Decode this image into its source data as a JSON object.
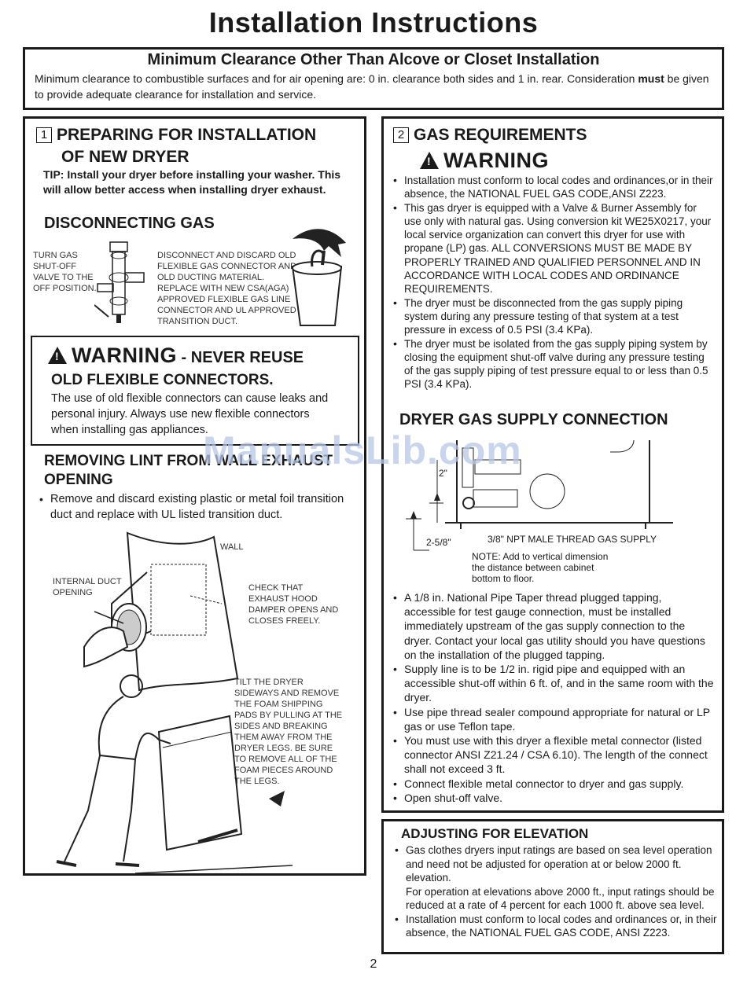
{
  "page_title": "Installation Instructions",
  "clearance": {
    "heading": "Minimum Clearance Other Than Alcove or Closet Installation",
    "text_1": "Minimum clearance to combustible surfaces and for air opening are: 0 in. clearance both sides and 1 in. rear. Consideration",
    "must": "must",
    "text_2": " be given to provide adequate clearance for installation and service."
  },
  "section1": {
    "number": "1",
    "heading_1": "PREPARING FOR INSTALLATION",
    "heading_2": "OF NEW DRYER",
    "tip": "TIP: Install your dryer before installing your washer. This will allow better access when installing dryer exhaust.",
    "disconnecting_heading": "DISCONNECTING GAS",
    "valve_label": "TURN GAS SHUT-OFF VALVE TO THE OFF POSITION.",
    "connector_label": "DISCONNECT AND DISCARD OLD FLEXIBLE GAS CONNECTOR AND OLD DUCTING MATERIAL. REPLACE WITH NEW CSA(AGA) APPROVED FLEXIBLE GAS LINE CONNECTOR AND UL APPROVED TRANSITION DUCT.",
    "warning_word": "WARNING",
    "warning_suffix": " - NEVER REUSE",
    "warning_line2": "OLD FLEXIBLE CONNECTORS.",
    "warning_text": "The use of old flexible connectors can cause leaks and personal injury. Always use new flexible connectors when installing gas appliances.",
    "lint_heading_1": "REMOVING LINT FROM WALL EXHAUST",
    "lint_heading_2": "OPENING",
    "lint_bullet": "Remove and discard existing plastic or metal foil transition duct and replace with UL listed transition duct.",
    "wall_label": "WALL",
    "duct_label": "INTERNAL DUCT OPENING",
    "damper_label": "CHECK THAT EXHAUST HOOD DAMPER OPENS AND CLOSES FREELY.",
    "tilt_label": "TILT THE DRYER SIDEWAYS AND REMOVE THE FOAM SHIPPING PADS BY PULLING AT THE SIDES AND BREAKING THEM AWAY FROM THE DRYER LEGS. BE SURE TO REMOVE ALL OF THE FOAM PIECES AROUND THE LEGS."
  },
  "section2": {
    "number": "2",
    "heading": "GAS REQUIREMENTS",
    "warning_word": "WARNING",
    "bullets": [
      "Installation must conform to local codes and ordinances,or in their absence, the NATIONAL FUEL GAS CODE,ANSI Z223.",
      "This gas dryer is equipped with a Valve & Burner Assembly for use only with natural gas. Using conversion kit WE25X0217, your local service organization can convert this dryer for use with propane (LP) gas. ALL CONVERSIONS MUST BE MADE BY PROPERLY TRAINED AND QUALIFIED PERSONNEL AND IN ACCORDANCE WITH LOCAL CODES AND ORDINANCE REQUIREMENTS.",
      "The dryer must be disconnected from the gas supply piping system during any pressure testing of that system at a test pressure in excess of 0.5 PSI (3.4 KPa).",
      "The dryer must be isolated from the gas supply piping system by closing the equipment shut-off valve during any pressure testing of the gas supply piping of test pressure equal to or less than 0.5 PSI (3.4 KPa)."
    ],
    "supply_heading": "DRYER GAS SUPPLY CONNECTION",
    "dim_2": "2\"",
    "dim_258": "2-5/8\"",
    "npt_label": "3/8\" NPT MALE THREAD GAS SUPPLY",
    "note_label": "NOTE: Add to vertical dimension the distance between cabinet bottom to floor.",
    "bullets2": [
      "A 1/8 in. National Pipe Taper thread plugged tapping, accessible for test gauge connection, must be installed immediately upstream of the gas supply connection to the dryer. Contact your local gas utility should you have questions on the installation of the plugged tapping.",
      "Supply line is to be 1/2 in. rigid pipe and equipped with an accessible shut-off within 6 ft. of, and in the same room with the dryer.",
      "Use pipe thread sealer compound appropriate for natural or LP gas or use Teflon tape.",
      "You must use with this dryer a flexible metal connector (listed connector ANSI Z21.24 / CSA 6.10). The length of the connect shall not exceed 3 ft.",
      "Connect flexible metal connector to dryer and gas supply.",
      "Open shut-off valve."
    ]
  },
  "elevation": {
    "heading": "ADJUSTING FOR ELEVATION",
    "bullet_1": "Gas clothes dryers input ratings are based on sea level operation and need not be adjusted for operation at or below 2000 ft. elevation.",
    "bullet_1b": "For operation at elevations above 2000 ft., input ratings should be reduced at a rate of 4 percent for each 1000 ft. above sea level.",
    "bullet_2": "Installation must conform to local codes and ordinances or, in their absence, the NATIONAL FUEL GAS CODE, ANSI Z223."
  },
  "watermark": "ManualsLib.com",
  "page_number": "2"
}
